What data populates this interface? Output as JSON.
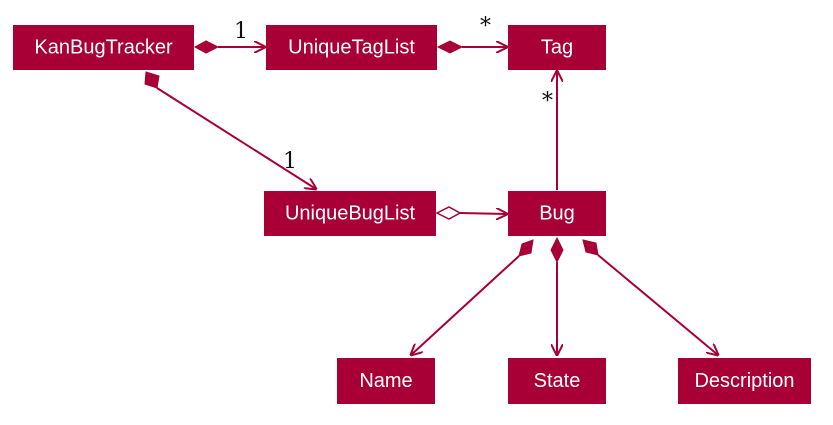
{
  "colors": {
    "node_fill": "#A80036",
    "edge": "#A80036",
    "node_text": "#FFFFFF",
    "multiplicity_text": "#111111"
  },
  "classes": {
    "kanbugtracker": "KanBugTracker",
    "uniquetaglist": "UniqueTagList",
    "tag": "Tag",
    "uniquebuglist": "UniqueBugList",
    "bug": "Bug",
    "name": "Name",
    "state": "State",
    "description": "Description"
  },
  "relations": [
    {
      "from": "KanBugTracker",
      "to": "UniqueTagList",
      "kind": "composition",
      "multiplicity": "1"
    },
    {
      "from": "UniqueTagList",
      "to": "Tag",
      "kind": "composition",
      "multiplicity": "*"
    },
    {
      "from": "KanBugTracker",
      "to": "UniqueBugList",
      "kind": "composition",
      "multiplicity": "1"
    },
    {
      "from": "UniqueBugList",
      "to": "Bug",
      "kind": "aggregation",
      "multiplicity": ""
    },
    {
      "from": "Bug",
      "to": "Tag",
      "kind": "association",
      "multiplicity": "*"
    },
    {
      "from": "Bug",
      "to": "Name",
      "kind": "composition",
      "multiplicity": ""
    },
    {
      "from": "Bug",
      "to": "State",
      "kind": "composition",
      "multiplicity": ""
    },
    {
      "from": "Bug",
      "to": "Description",
      "kind": "composition",
      "multiplicity": ""
    }
  ],
  "multiplicities": {
    "kbt_to_taglist": "1",
    "taglist_to_tag": "*",
    "kbt_to_buglist": "1",
    "bug_to_tag": "*"
  }
}
